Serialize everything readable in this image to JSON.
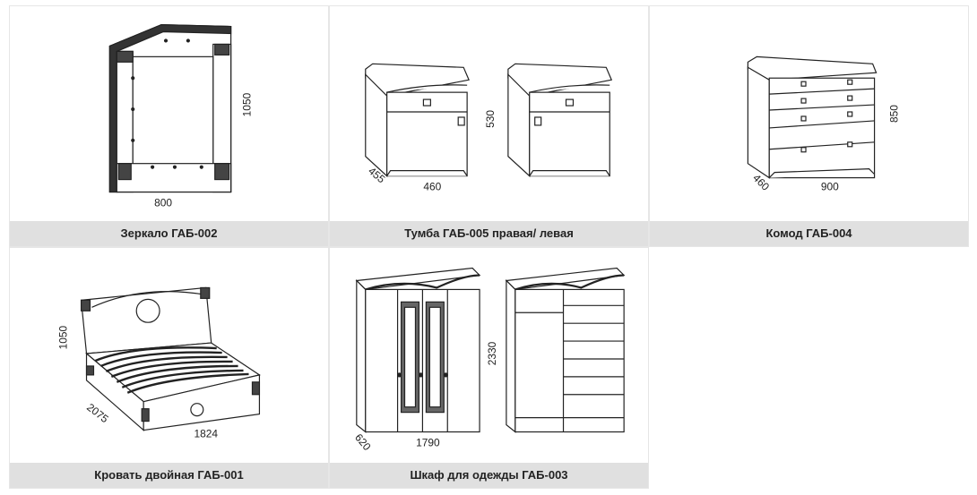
{
  "products": [
    {
      "caption": "Зеркало ГАБ-002",
      "icon": "mirror-drawing-icon",
      "dims": {
        "width": "800",
        "height": "1050"
      }
    },
    {
      "caption": "Тумба ГАБ-005 правая/ левая",
      "icon": "nightstand-drawing-icon",
      "dims": {
        "depth": "455",
        "width": "460",
        "height": "530"
      }
    },
    {
      "caption": "Комод ГАБ-004",
      "icon": "dresser-drawing-icon",
      "dims": {
        "depth": "460",
        "width": "900",
        "height": "850"
      }
    },
    {
      "caption": "Кровать двойная ГАБ-001",
      "icon": "double-bed-drawing-icon",
      "dims": {
        "height": "1050",
        "length": "2075",
        "width": "1824"
      }
    },
    {
      "caption": "Шкаф для одежды ГАБ-003",
      "icon": "wardrobe-drawing-icon",
      "dims": {
        "depth": "620",
        "width": "1790",
        "height": "2330"
      }
    }
  ]
}
